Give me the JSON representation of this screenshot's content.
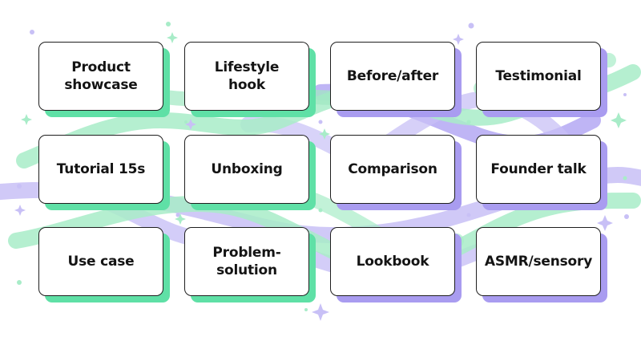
{
  "colors": {
    "green": "#5fe0a6",
    "purple": "#a99cf0",
    "border": "#1f1f1f",
    "text": "#141414"
  },
  "cards": [
    {
      "label": "Product\nshowcase"
    },
    {
      "label": "Lifestyle\nhook"
    },
    {
      "label": "Before/after"
    },
    {
      "label": "Testimonial"
    },
    {
      "label": "Tutorial 15s"
    },
    {
      "label": "Unboxing"
    },
    {
      "label": "Comparison"
    },
    {
      "label": "Founder talk"
    },
    {
      "label": "Use case"
    },
    {
      "label": "Problem-\nsolution"
    },
    {
      "label": "Lookbook"
    },
    {
      "label": "ASMR/sensory"
    }
  ]
}
